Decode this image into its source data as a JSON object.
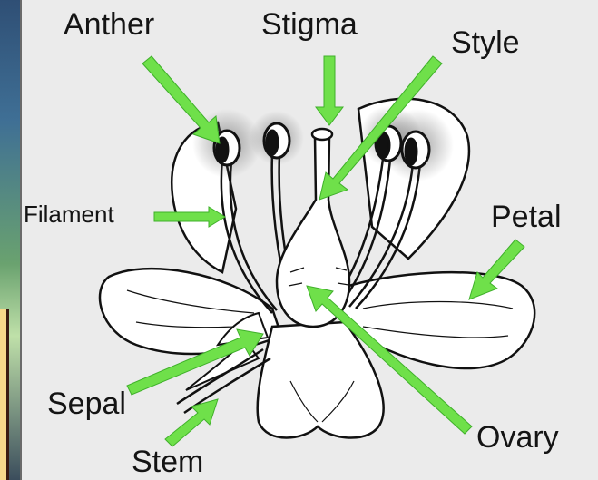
{
  "labels": {
    "anther": "Anther",
    "stigma": "Stigma",
    "style": "Style",
    "filament": "Filament",
    "petal": "Petal",
    "sepal": "Sepal",
    "stem": "Stem",
    "ovary": "Ovary"
  },
  "colors": {
    "arrow": "#6fe04a",
    "arrow_edge": "#3fb02a",
    "line_art": "#111111",
    "panel_bg": "#ebebeb"
  }
}
